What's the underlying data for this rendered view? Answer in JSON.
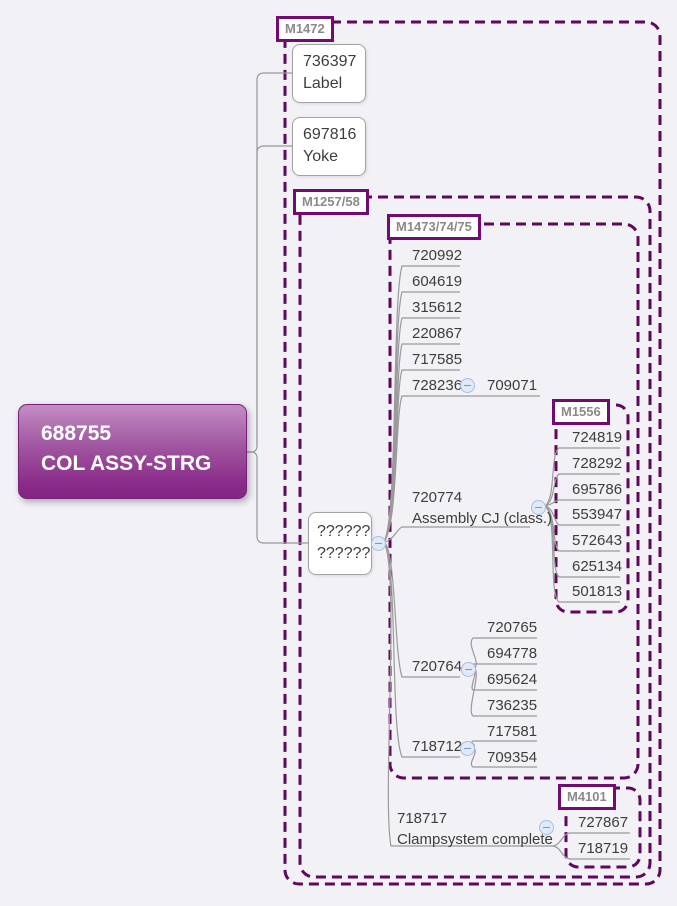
{
  "colors": {
    "background": "#f1f1f6",
    "boundary_dash": "#5e085e",
    "label_border": "#720c72",
    "label_text": "#8a8a8a",
    "node_text": "#3d3d3d",
    "connector_line": "#9a9a9a",
    "root_gradient_top": "#c28dc2",
    "root_gradient_bottom": "#822682",
    "root_text": "#ffffff",
    "collapse_icon_fill": "#dfe9f8"
  },
  "root": {
    "part_number": "688755",
    "name": "COL ASSY-STRG"
  },
  "boundary_labels": {
    "m1472": "M1472",
    "m1257_58": "M1257/58",
    "m1473_74_75": "M1473/74/75",
    "m1556": "M1556",
    "m4101": "M4101"
  },
  "box_nodes": {
    "label": {
      "part_number": "736397",
      "name": "Label"
    },
    "yoke": {
      "part_number": "697816",
      "name": "Yoke"
    },
    "unknown": {
      "part_number": "??????",
      "name": "??????"
    }
  },
  "line_nodes": {
    "top_items": [
      "720992",
      "604619",
      "315612",
      "220867",
      "717585"
    ],
    "item_728236": {
      "part_number": "728236",
      "child": "709071"
    },
    "assembly": {
      "part_number": "720774",
      "name": "Assembly CJ (class.)"
    },
    "m1556_items": [
      "724819",
      "728292",
      "695786",
      "553947",
      "572643",
      "625134",
      "501813"
    ],
    "item_720764": {
      "part_number": "720764",
      "children": [
        "720765",
        "694778",
        "695624",
        "736235"
      ]
    },
    "item_718712": {
      "part_number": "718712",
      "children": [
        "717581",
        "709354"
      ]
    },
    "clampsystem": {
      "part_number": "718717",
      "name": "Clampsystem complete"
    },
    "m4101_items": [
      "727867",
      "718719"
    ]
  }
}
